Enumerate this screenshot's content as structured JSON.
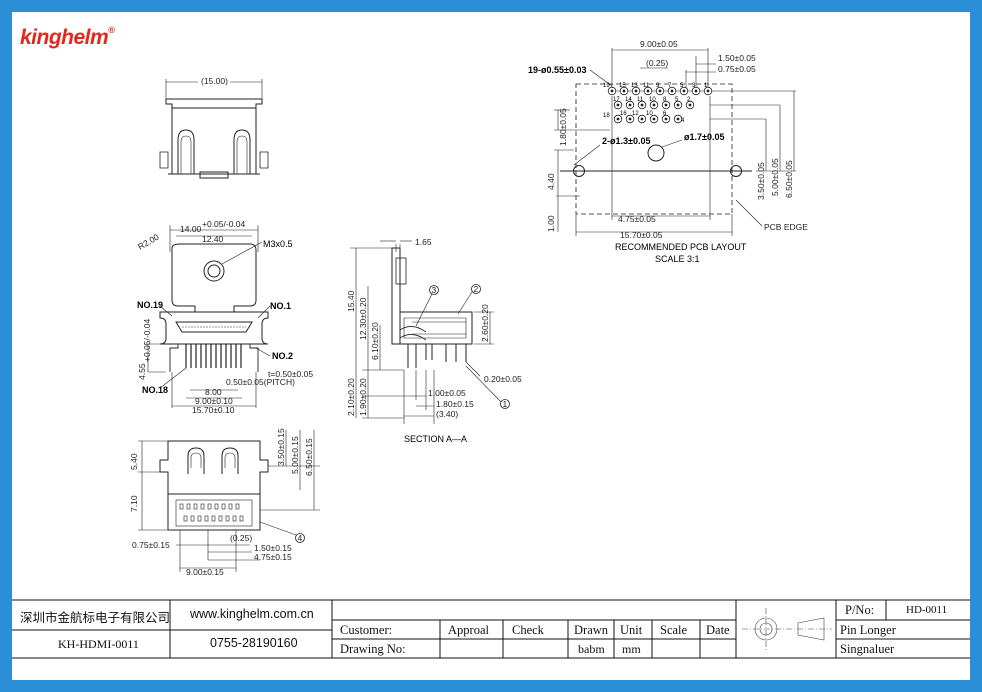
{
  "brand": {
    "name": "kinghelm",
    "reg": "®",
    "color": "#e4261c"
  },
  "frame_color": "#2a8fd6",
  "top_view": {
    "width_dim": "(15.00)"
  },
  "front_view": {
    "dims": {
      "top_w": "14.00",
      "top_w_tol": "+0.05/-0.04",
      "inner_w": "12.40",
      "radius": "R2.00",
      "screw": "M3x0.5",
      "no19": "NO.19",
      "no1": "NO.1",
      "no2": "NO.2",
      "no18": "NO.18",
      "height": "4.55",
      "height_tol": "+0.05/-0.04",
      "t": "t=0.50±0.05",
      "pitch": "0.50±0.05(PITCH)",
      "d8": "8.00",
      "d9": "9.00±0.10",
      "d15": "15.70±0.10"
    }
  },
  "bottom_view": {
    "dims": {
      "h540": "5.40",
      "h710": "7.10",
      "d350": "3.50±0.15",
      "d500": "5.00±0.15",
      "d650": "6.50±0.15",
      "d075": "0.75±0.15",
      "d025": "(0.25)",
      "d150": "1.50±0.15",
      "d475": "4.75±0.15",
      "d900": "9.00±0.15",
      "tag4": "4"
    }
  },
  "section_view": {
    "title": "SECTION  A—A",
    "dims": {
      "d165": "1.65",
      "d1540": "15.40",
      "d1230": "12.30±0.20",
      "d610": "6.10±0.20",
      "d260": "2.60±0.20",
      "d210": "2.10±0.20",
      "d190": "1.90±0.20",
      "d100": "1.00±0.05",
      "d180": "1.80±0.15",
      "d340": "(3.40)",
      "d020": "0.20±0.05",
      "tag1": "1",
      "tag2": "2",
      "tag3": "3"
    }
  },
  "pcb_layout": {
    "title": "RECOMMENDED PCB LAYOUT",
    "scale": "SCALE 3:1",
    "dims": {
      "d900": "9.00±0.05",
      "d025": "(0.25)",
      "d150": "1.50±0.05",
      "d075": "0.75±0.05",
      "holes19": "19-ø0.55±0.03",
      "d180": "1.80±0.05",
      "holes2": "2-ø1.3±0.05",
      "hole17": "ø1.7±0.05",
      "d440": "4.40",
      "d100": "1.00",
      "d350": "3.50±0.05",
      "d500": "5.00±0.05",
      "d650": "6.50±0.05",
      "d475": "4.75±0.05",
      "d1570": "15.70±0.05",
      "edge": "PCB EDGE"
    },
    "pins_top": [
      "19",
      "15",
      "13",
      "11",
      "9",
      "7",
      "5",
      "3",
      "1"
    ],
    "pins_mid": [
      "17",
      "14",
      "11",
      "10",
      "8",
      "5",
      "2"
    ],
    "pins_bot": [
      "18",
      "16",
      "12",
      "10",
      "6",
      "4"
    ]
  },
  "title_block": {
    "company": "深圳市金航标电子有限公司",
    "website": "www.kinghelm.com.cn",
    "part": "KH-HDMI-0011",
    "phone": "0755-28190160",
    "customer": "Customer:",
    "drawing_no": "Drawing No:",
    "approval": "Approal",
    "check": "Check",
    "drawn": "Drawn",
    "drawn_by": "babm",
    "unit": "Unit",
    "unit_val": "mm",
    "scale": "Scale",
    "date": "Date",
    "pn_label": "P/No:",
    "pn_value": "HD-0011",
    "pin_longer": "Pin Longer",
    "signaluer": "Singnaluer"
  }
}
